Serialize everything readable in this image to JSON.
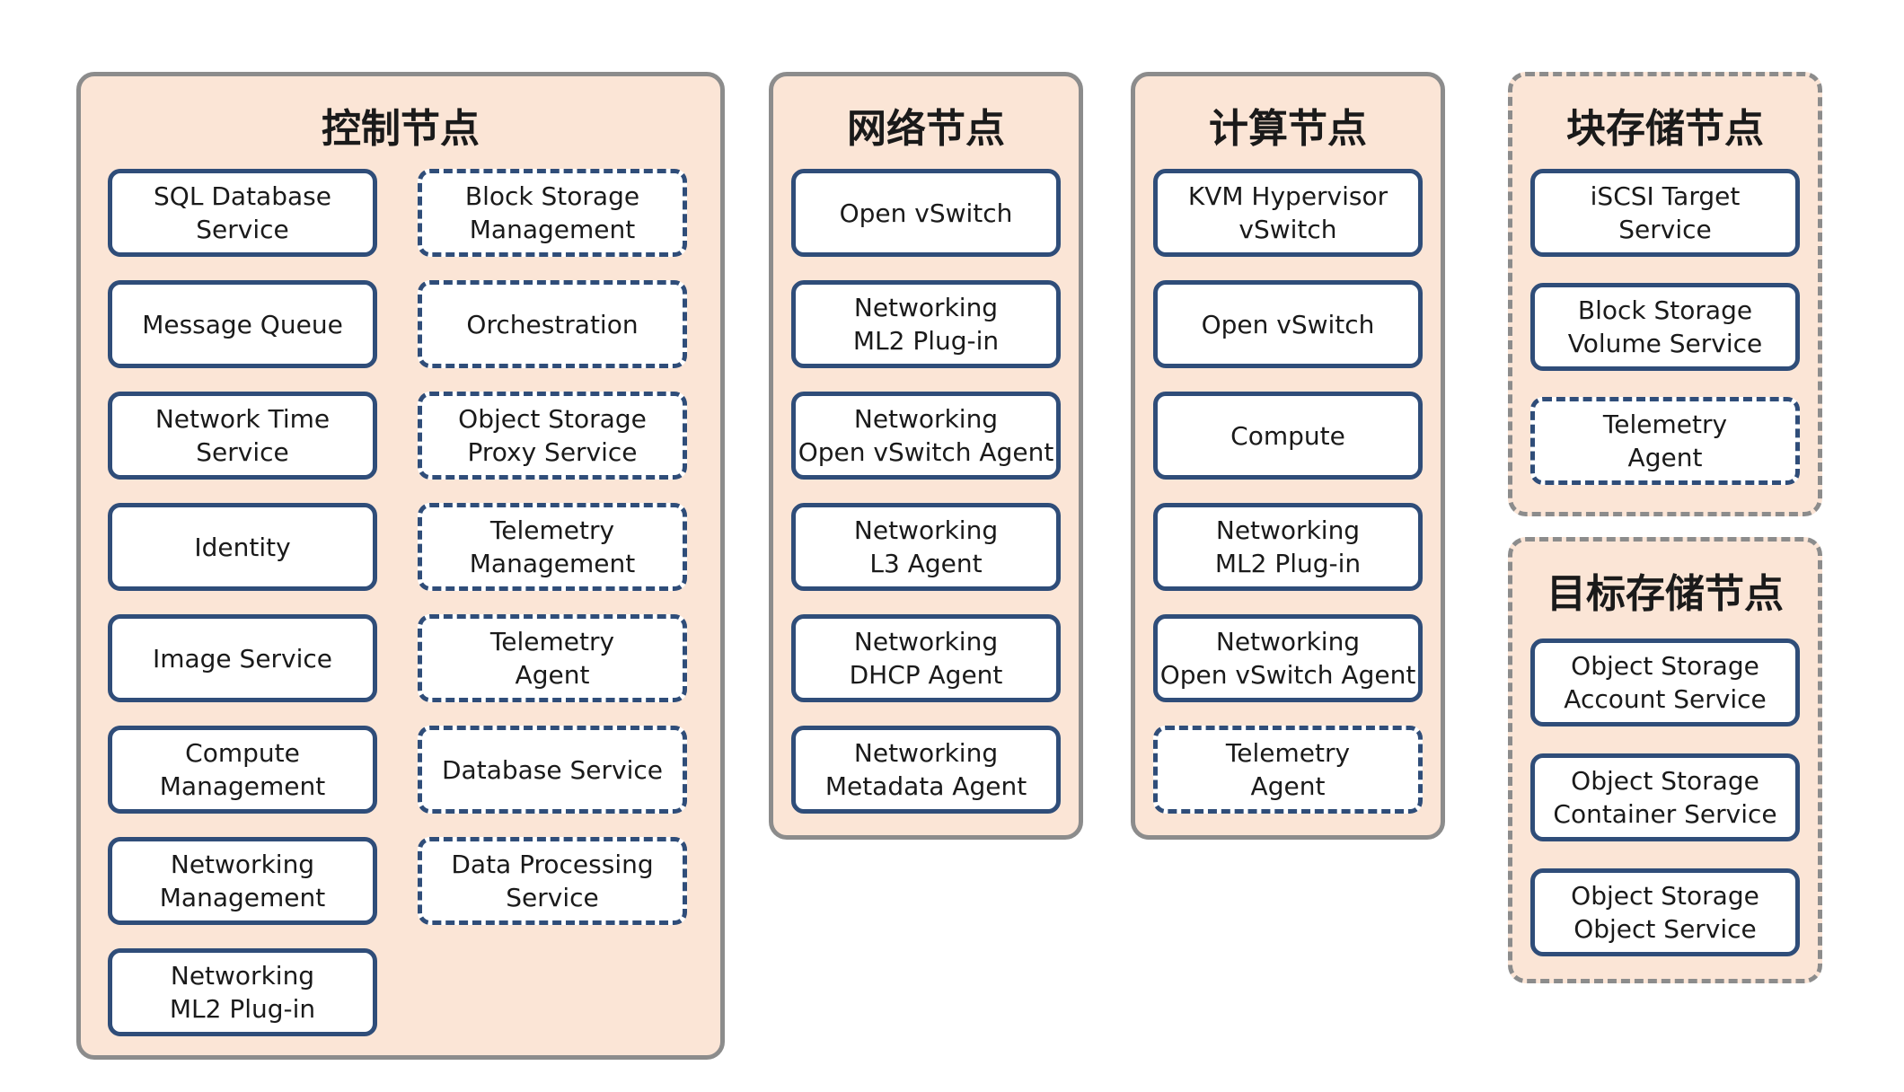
{
  "panels": {
    "control": {
      "title": "控制节点",
      "nodes": [
        {
          "label": "SQL Database\nService",
          "optional": false
        },
        {
          "label": "Block Storage\nManagement",
          "optional": true
        },
        {
          "label": "Message Queue",
          "optional": false
        },
        {
          "label": "Orchestration",
          "optional": true
        },
        {
          "label": "Network Time\nService",
          "optional": false
        },
        {
          "label": "Object Storage\nProxy Service",
          "optional": true
        },
        {
          "label": "Identity",
          "optional": false
        },
        {
          "label": "Telemetry\nManagement",
          "optional": true
        },
        {
          "label": "Image Service",
          "optional": false
        },
        {
          "label": "Telemetry\nAgent",
          "optional": true
        },
        {
          "label": "Compute\nManagement",
          "optional": false
        },
        {
          "label": "Database  Service",
          "optional": true
        },
        {
          "label": "Networking\nManagement",
          "optional": false
        },
        {
          "label": "Data Processing\nService",
          "optional": true
        },
        {
          "label": "Networking\nML2 Plug-in",
          "optional": false
        }
      ]
    },
    "network": {
      "title": "网络节点",
      "nodes": [
        {
          "label": "Open vSwitch",
          "optional": false
        },
        {
          "label": "Networking\nML2 Plug-in",
          "optional": false
        },
        {
          "label": "Networking\nOpen vSwitch Agent",
          "optional": false
        },
        {
          "label": "Networking\nL3 Agent",
          "optional": false
        },
        {
          "label": "Networking\nDHCP Agent",
          "optional": false
        },
        {
          "label": "Networking\nMetadata Agent",
          "optional": false
        }
      ]
    },
    "compute": {
      "title": "计算节点",
      "nodes": [
        {
          "label": "KVM Hypervisor\nvSwitch",
          "optional": false
        },
        {
          "label": "Open vSwitch",
          "optional": false
        },
        {
          "label": "Compute",
          "optional": false
        },
        {
          "label": "Networking\nML2 Plug-in",
          "optional": false
        },
        {
          "label": "Networking\nOpen vSwitch Agent",
          "optional": false
        },
        {
          "label": "Telemetry\nAgent",
          "optional": true
        }
      ]
    },
    "block_storage": {
      "title": "块存储节点",
      "optional": true,
      "nodes": [
        {
          "label": "iSCSI Target\nService",
          "optional": false
        },
        {
          "label": "Block Storage\nVolume Service",
          "optional": false
        },
        {
          "label": "Telemetry\nAgent",
          "optional": true
        }
      ]
    },
    "object_storage": {
      "title": "目标存储节点",
      "optional": true,
      "nodes": [
        {
          "label": "Object Storage\nAccount Service",
          "optional": false
        },
        {
          "label": "Object Storage\nContainer Service",
          "optional": false
        },
        {
          "label": "Object Storage\nObject Service",
          "optional": false
        }
      ]
    }
  },
  "colors": {
    "panel_fill": "#fbe5d6",
    "panel_border": "#8c8c8c",
    "node_border": "#2f4d79",
    "node_fill": "#ffffff",
    "text": "#1a1a1a"
  }
}
